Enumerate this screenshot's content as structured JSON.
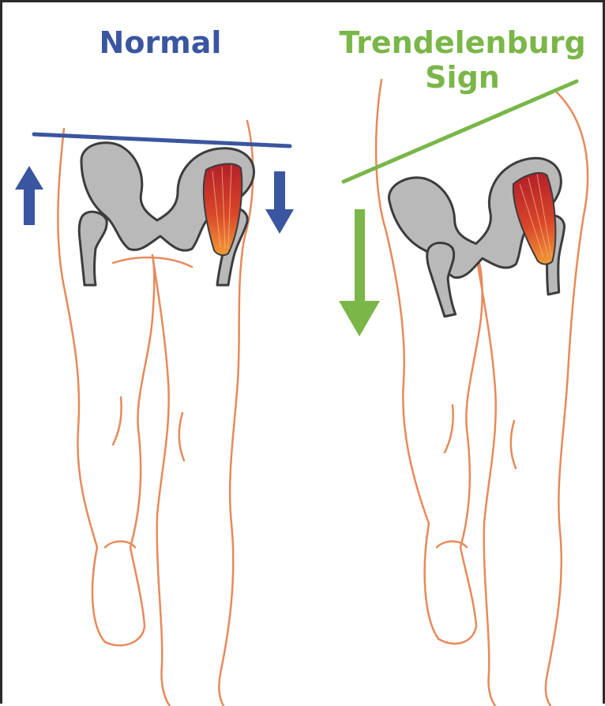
{
  "panels": {
    "normal": {
      "title": "Normal"
    },
    "trendelenburg": {
      "title_line1": "Trendelenburg",
      "title_line2": "Sign"
    }
  },
  "colors": {
    "normal_accent": "#3a56a0",
    "trendelenburg_accent": "#7ab648",
    "leg_outline": "#e8895a",
    "bone_fill": "#b9b9b9",
    "bone_stroke": "#3c3c3c",
    "muscle_dark": "#b3202a",
    "muscle_light": "#f08a2a"
  },
  "icons": {
    "normal_left": "arrow-up-icon",
    "normal_right": "arrow-down-icon",
    "trendelenburg": "arrow-down-icon"
  }
}
